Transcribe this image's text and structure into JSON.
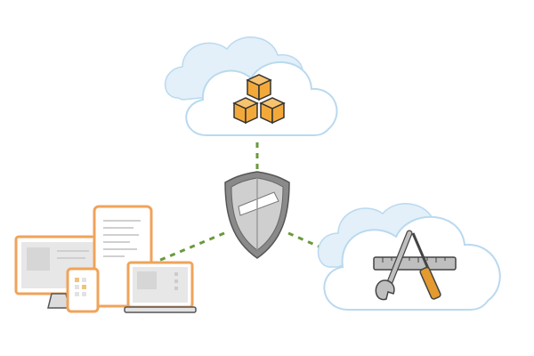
{
  "diagram": {
    "nodes": [
      {
        "id": "aws-cloud",
        "icon": "aws-cubes-icon"
      },
      {
        "id": "security-shield",
        "icon": "shield-icon"
      },
      {
        "id": "client-devices",
        "icon": "devices-icon"
      },
      {
        "id": "tools-cloud",
        "icon": "tools-icon"
      }
    ],
    "connections": [
      {
        "from": "aws-cloud",
        "to": "security-shield",
        "style": "dashed"
      },
      {
        "from": "security-shield",
        "to": "client-devices",
        "style": "dashed"
      },
      {
        "from": "security-shield",
        "to": "tools-cloud",
        "style": "dashed"
      }
    ]
  },
  "colors": {
    "cloud_outline": "#b9d9ef",
    "cloud_fill": "#ffffff",
    "cloud_shadow": "#e3f0f9",
    "connector": "#6a9a3c",
    "cube_fill": "#f3a93a",
    "cube_top": "#f7c36f",
    "cube_outline": "#333333",
    "shield_fill": "#cfcfcf",
    "shield_dark": "#8a8a8a",
    "device_frame": "#f0a35a",
    "device_screen": "#e7e7e7",
    "tool_handle": "#e39a2f",
    "tool_metal": "#bfbfbf"
  }
}
